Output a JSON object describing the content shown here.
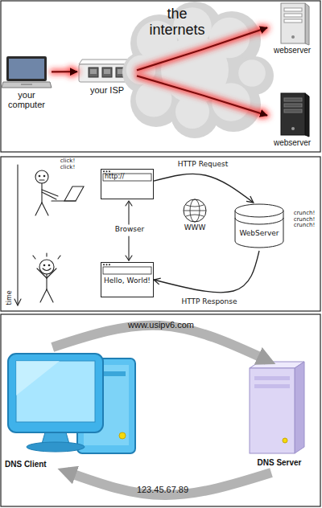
{
  "diagram": {
    "nodes": [
      {
        "text": [
          "your computer"
        ]
      },
      {
        "text": [
          "your ISP"
        ]
      },
      {
        "text": [
          "the internets"
        ]
      },
      {
        "text": [
          "webserver"
        ]
      },
      {
        "text": [
          "webserver"
        ]
      },
      {
        "text": [
          "http://"
        ]
      },
      {
        "text": [
          "WWW"
        ]
      },
      {
        "text": [
          "WebServer"
        ]
      },
      {
        "text": [
          "Hello, World!"
        ]
      },
      {
        "text": [
          "DNS Client"
        ]
      },
      {
        "text": [
          "DNS Server"
        ]
      }
    ],
    "edges": [
      {
        "from": 0,
        "to": 1,
        "arrow": "to"
      },
      {
        "from": 1,
        "to": 3,
        "arrow": "to"
      },
      {
        "from": 1,
        "to": 4,
        "arrow": "to"
      },
      {
        "from": 5,
        "to": 7,
        "label": "HTTP Request",
        "arrow": "to"
      },
      {
        "from": 7,
        "to": 8,
        "label": "HTTP Response",
        "arrow": "to"
      },
      {
        "from": 9,
        "to": 10,
        "label": "www.usipv6.com",
        "arrow": "to"
      },
      {
        "from": 10,
        "to": 9,
        "label": "123.45.67.89",
        "arrow": "to"
      }
    ],
    "labels": [
      "click! click!",
      "crunch! crunch! crunch!",
      "Browser",
      "time"
    ]
  }
}
